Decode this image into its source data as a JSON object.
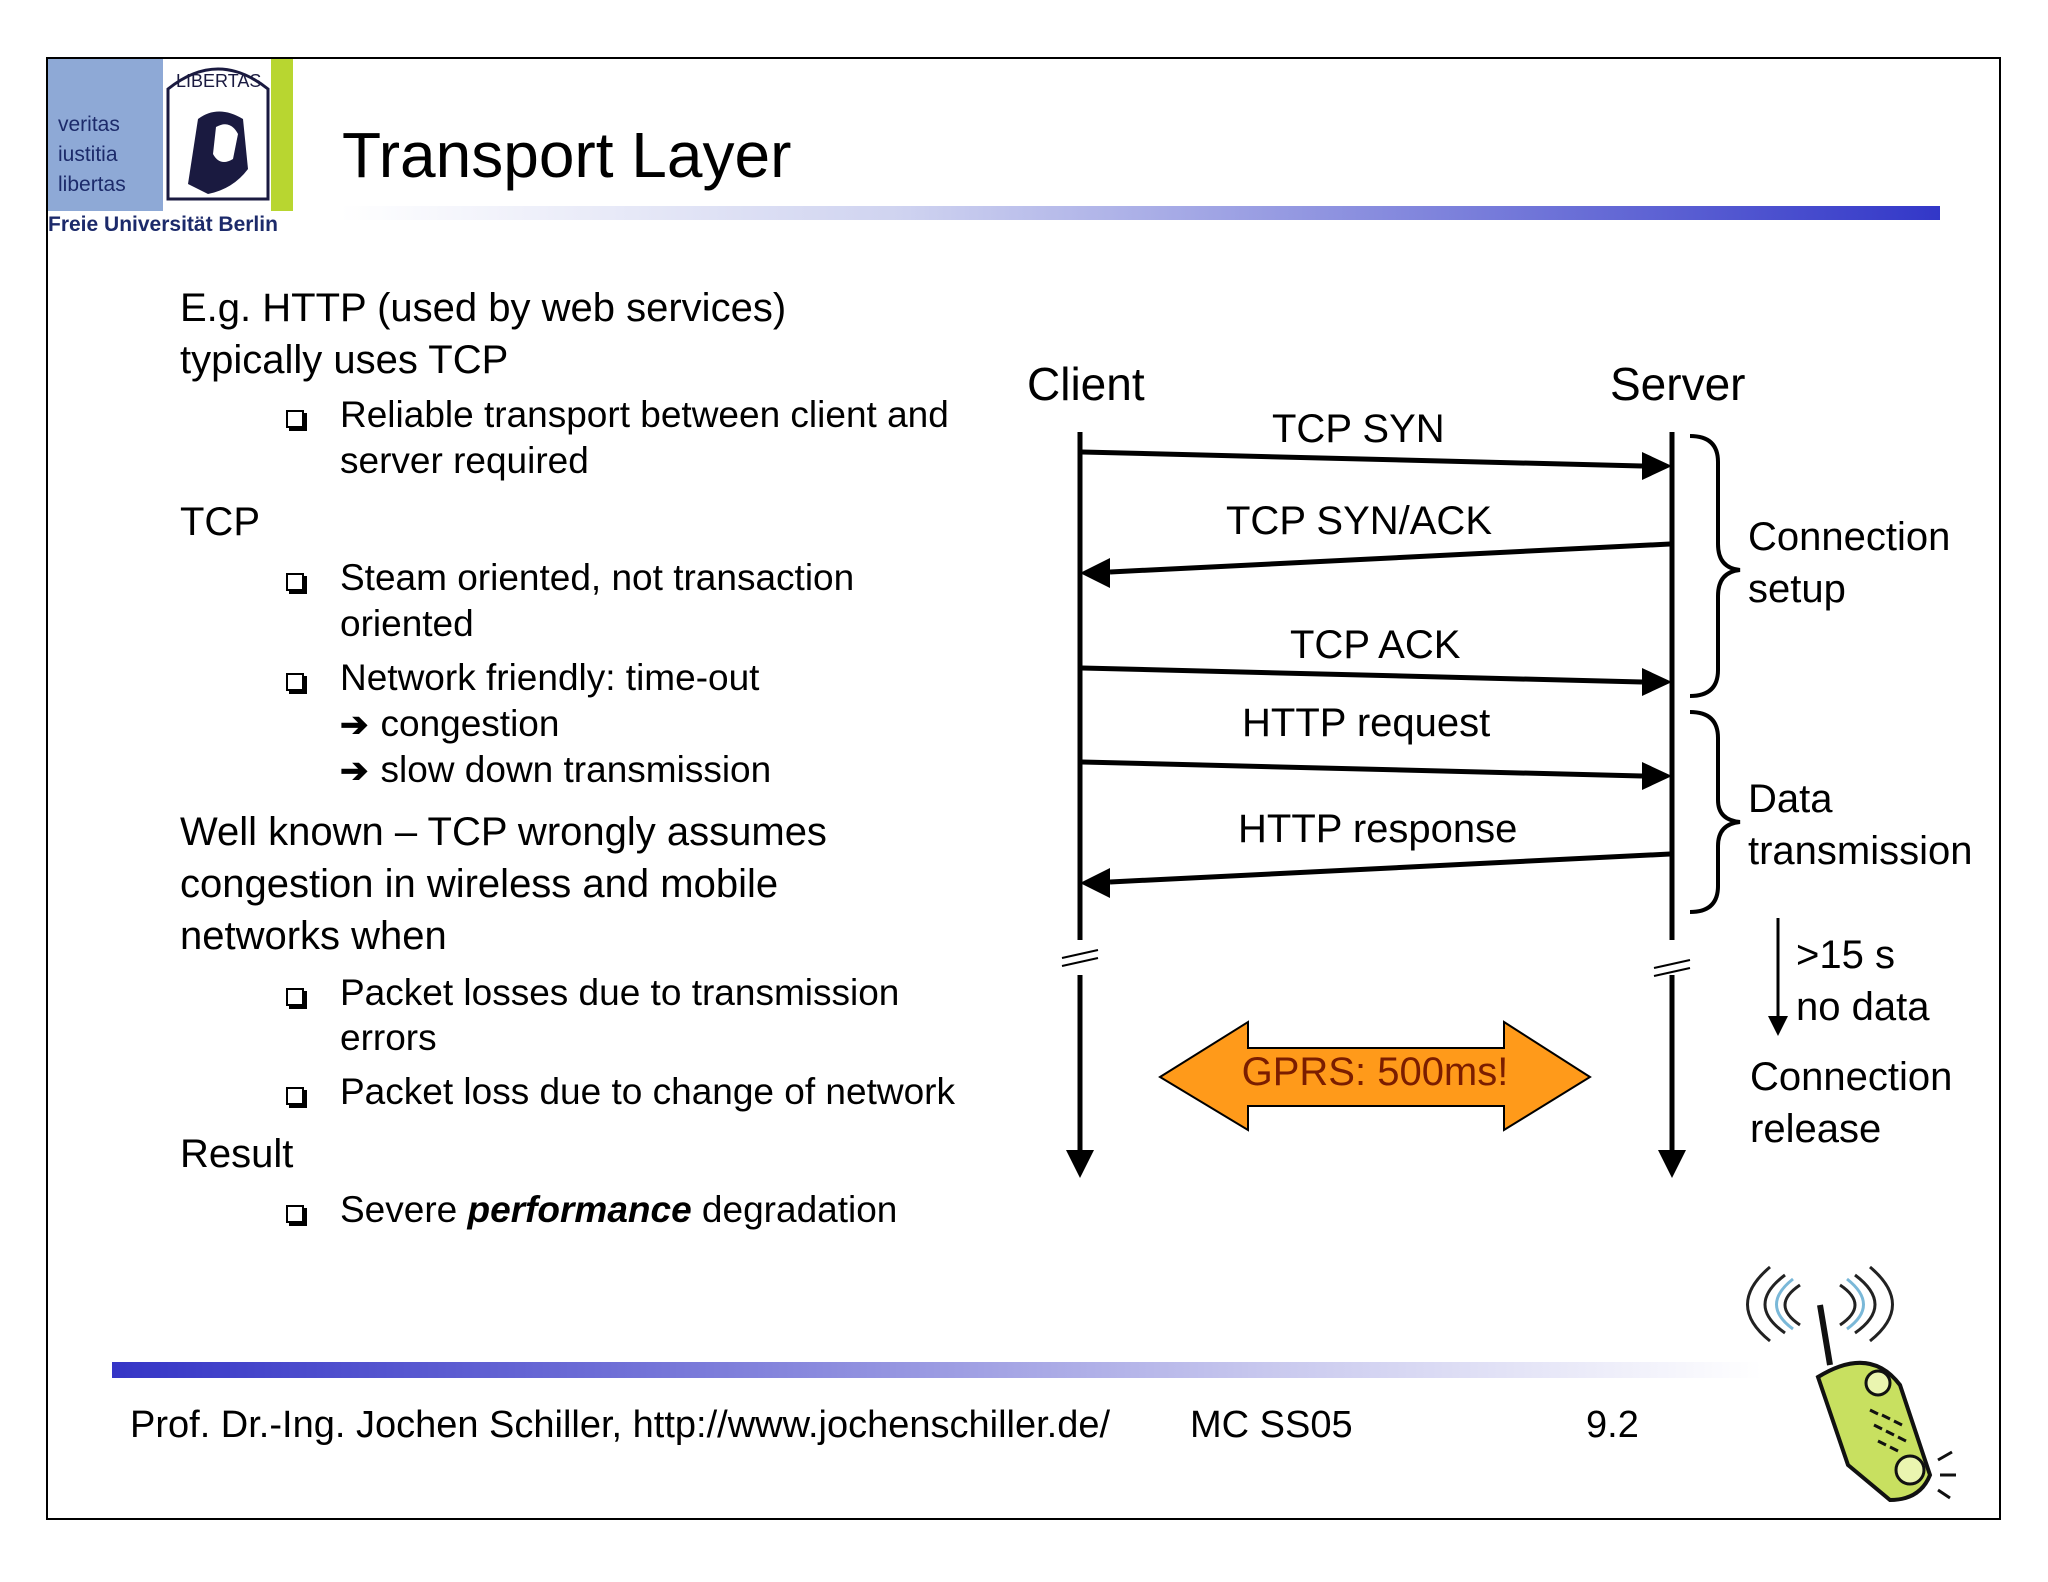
{
  "logo": {
    "motto": [
      "veritas",
      "iustitia",
      "libertas"
    ],
    "seal_text": "LIBERTAS",
    "university": "Freie Universität Berlin"
  },
  "title": "Transport Layer",
  "content": {
    "p1_line1": "E.g. HTTP (used by web services)",
    "p1_line2": "typically uses TCP",
    "p1_bullet1_line1": "Reliable transport between client and",
    "p1_bullet1_line2": "server required",
    "p2": "TCP",
    "p2_bullet1_line1": "Steam oriented, not transaction",
    "p2_bullet1_line2": "oriented",
    "p2_bullet2_line1": "Network friendly: time-out",
    "p2_bullet2_arrow1": "congestion",
    "p2_bullet2_arrow2": "slow down transmission",
    "p3_line1": "Well known – TCP wrongly assumes",
    "p3_line2": "congestion in wireless and mobile",
    "p3_line3": "networks when",
    "p3_bullet1_line1": "Packet losses due to transmission",
    "p3_bullet1_line2": "errors",
    "p3_bullet2": "Packet loss due to change of network",
    "p4": "Result",
    "p4_bullet1_pre": "Severe ",
    "p4_bullet1_em": "performance",
    "p4_bullet1_post": " degradation"
  },
  "diagram": {
    "client": "Client",
    "server": "Server",
    "messages": [
      "TCP SYN",
      "TCP SYN/ACK",
      "TCP ACK",
      "HTTP request",
      "HTTP response"
    ],
    "connection_setup": [
      "Connection",
      "setup"
    ],
    "data_transmission": [
      "Data",
      "transmission"
    ],
    "no_data": [
      ">15 s",
      "no data"
    ],
    "connection_release": [
      "Connection",
      "release"
    ],
    "gprs": "GPRS: 500ms!",
    "gprs_fill": "#ff9a1a"
  },
  "footer": {
    "author": "Prof. Dr.-Ing. Jochen Schiller, http://www.jochenschiller.de/",
    "course": "MC SS05",
    "page": "9.2"
  }
}
